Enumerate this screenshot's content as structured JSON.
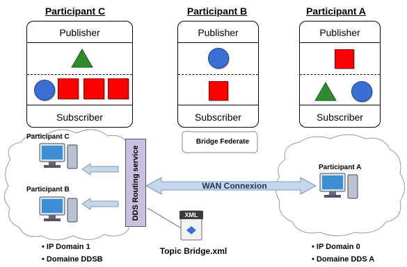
{
  "participants": [
    {
      "title": "Participant C",
      "publisher": "Publisher",
      "subscriber": "Subscriber"
    },
    {
      "title": "Participant B",
      "publisher": "Publisher",
      "subscriber": "Subscriber"
    },
    {
      "title": "Participant A",
      "publisher": "Publisher",
      "subscriber": "Subscriber"
    }
  ],
  "colors": {
    "red": "#ff0000",
    "green": "#2e8b2e",
    "blue": "#3a6fd6",
    "routing": "#cbbfe0",
    "wan": "#c7d7ea"
  },
  "bridge_federate": "Bridge Federate",
  "left_cloud": {
    "participant_c": "Participant C",
    "participant_b": "Participant B",
    "bullets": [
      "IP Domain 1",
      "Domaine DDSB"
    ]
  },
  "right_cloud": {
    "participant_a": "Participant A",
    "bullets": [
      "IP Domain 0",
      "Domaine DDS A"
    ]
  },
  "routing_service": "DDS Routing service",
  "wan_label": "WAN Connexion",
  "xml_badge": "XML",
  "topic_bridge": "Topic Bridge.xml"
}
